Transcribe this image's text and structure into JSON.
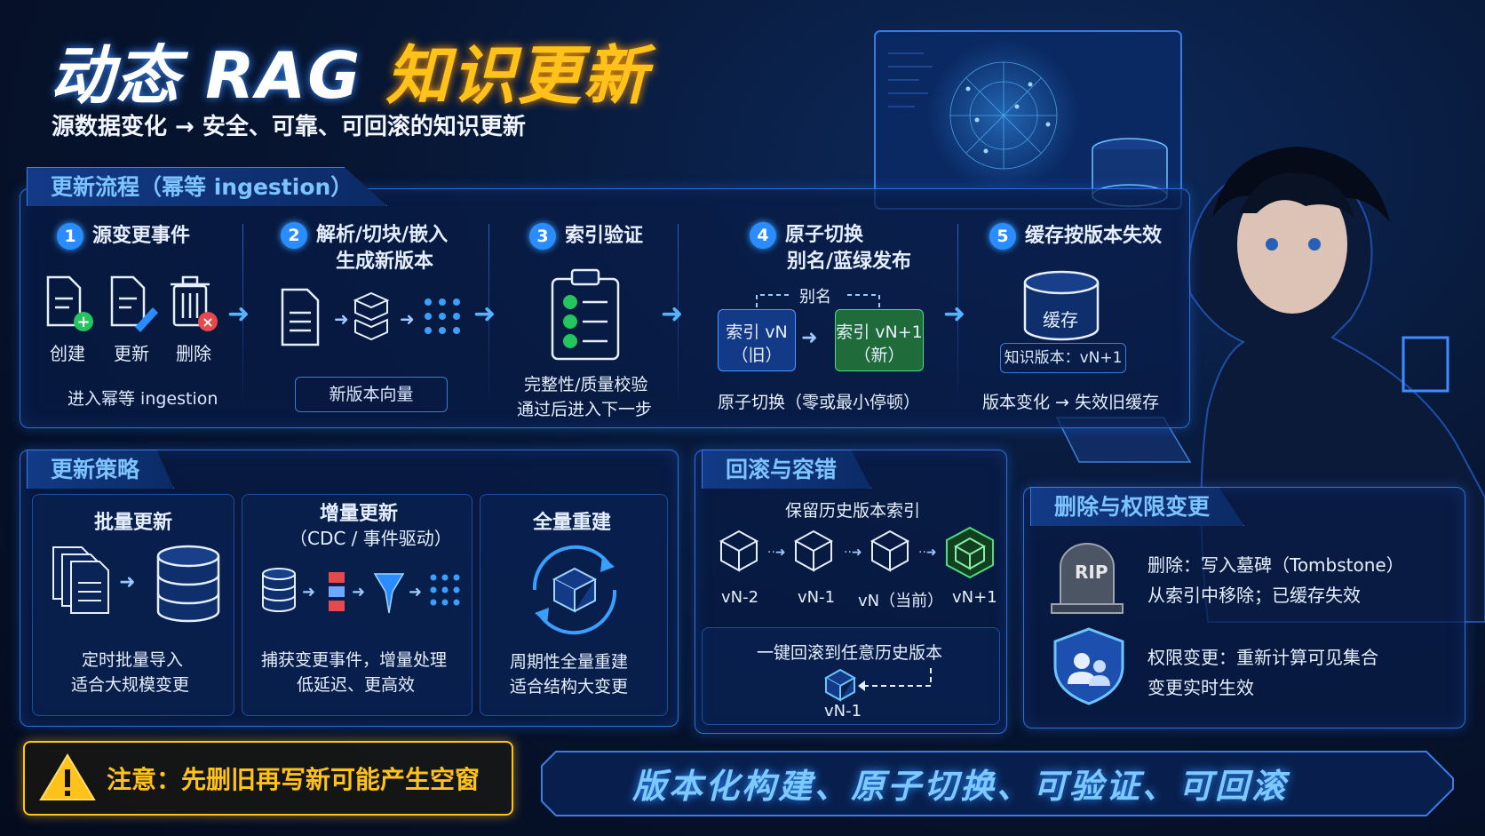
{
  "header": {
    "title_main": "动态 RAG",
    "title_accent": "知识更新",
    "subtitle": "源数据变化 → 安全、可靠、可回滚的知识更新"
  },
  "flow": {
    "title": "更新流程（幂等 ingestion）",
    "steps": [
      {
        "num": "1",
        "title": "源变更事件",
        "items": [
          "创建",
          "更新",
          "删除"
        ],
        "note": "进入幂等 ingestion"
      },
      {
        "num": "2",
        "title_l1": "解析/切块/嵌入",
        "title_l2": "生成新版本",
        "note": "新版本向量"
      },
      {
        "num": "3",
        "title": "索引验证",
        "note_l1": "完整性/质量校验",
        "note_l2": "通过后进入下一步"
      },
      {
        "num": "4",
        "title_l1": "原子切换",
        "title_l2": "别名/蓝绿发布",
        "alias": "别名",
        "old_l1": "索引 vN",
        "old_l2": "（旧）",
        "new_l1": "索引 vN+1",
        "new_l2": "（新）",
        "note": "原子切换（零或最小停顿）"
      },
      {
        "num": "5",
        "title": "缓存按版本失效",
        "cache": "缓存",
        "version": "知识版本：vN+1",
        "note": "版本变化 → 失效旧缓存"
      }
    ]
  },
  "strategy": {
    "title": "更新策略",
    "items": [
      {
        "title": "批量更新",
        "l1": "定时批量导入",
        "l2": "适合大规模变更"
      },
      {
        "title_l1": "增量更新",
        "title_l2": "（CDC / 事件驱动）",
        "l1": "捕获变更事件，增量处理",
        "l2": "低延迟、更高效"
      },
      {
        "title": "全量重建",
        "l1": "周期性全量重建",
        "l2": "适合结构大变更"
      }
    ]
  },
  "rollback": {
    "title": "回滚与容错",
    "keep": "保留历史版本索引",
    "versions": [
      "vN-2",
      "vN-1",
      "vN（当前）",
      "vN+1"
    ],
    "one_click": "一键回滚到任意历史版本",
    "target": "vN-1"
  },
  "deletion": {
    "title": "删除与权限变更",
    "rip": "RIP",
    "del_l1": "删除：写入墓碑（Tombstone）",
    "del_l2": "从索引中移除；已缓存失效",
    "perm_l1": "权限变更：重新计算可见集合",
    "perm_l2": "变更实时生效"
  },
  "footer": {
    "warning": "注意：先删旧再写新可能产生空窗",
    "slogan": "版本化构建、原子切换、可验证、可回滚"
  },
  "colors": {
    "accent": "#ffc21a",
    "blue": "#2b8cff",
    "green": "#1f7a3e",
    "red": "#e5484d"
  }
}
